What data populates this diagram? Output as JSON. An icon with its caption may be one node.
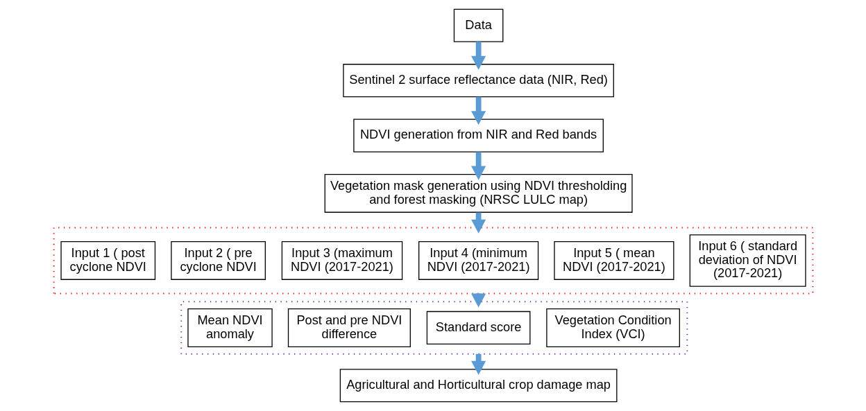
{
  "diagram": {
    "nodes": [
      {
        "text": [
          "Data"
        ]
      },
      {
        "text": [
          "Sentinel 2 surface reflectance data (NIR, Red)"
        ]
      },
      {
        "text": [
          "NDVI generation from NIR and Red bands"
        ]
      },
      {
        "text": [
          "Vegetation mask generation using NDVI thresholding and forest masking (NRSC LULC map)"
        ]
      },
      {
        "text": [],
        "shape": "box"
      },
      {
        "text": [
          "Input 1 ( post cyclone NDVI"
        ],
        "in": 4
      },
      {
        "text": [
          "Input 2 ( pre cyclone NDVI"
        ],
        "in": 4
      },
      {
        "text": [
          "Input 3 (maximum NDVI (2017-2021)"
        ],
        "in": 4
      },
      {
        "text": [
          "Input 4 (minimum NDVI (2017-2021)"
        ],
        "in": 4
      },
      {
        "text": [
          "Input 5 ( mean NDVI (2017-2021)"
        ],
        "in": 4
      },
      {
        "text": [
          "Input 6 ( standard deviation of NDVI (2017-2021)"
        ],
        "in": 4
      },
      {
        "text": [],
        "shape": "box"
      },
      {
        "text": [
          "Mean NDVI anomaly"
        ],
        "in": 11
      },
      {
        "text": [
          "Post and pre NDVI difference"
        ],
        "in": 11
      },
      {
        "text": [
          "Standard score"
        ],
        "in": 11
      },
      {
        "text": [
          "Vegetation Condition Index (VCI)"
        ],
        "in": 11
      },
      {
        "text": [
          "Agricultural and Horticultural crop damage map"
        ]
      }
    ],
    "edges": [
      {
        "from": 0,
        "to": 1,
        "arrow": "to"
      },
      {
        "from": 1,
        "to": 2,
        "arrow": "to"
      },
      {
        "from": 2,
        "to": 3,
        "arrow": "to"
      },
      {
        "from": 3,
        "to": 4,
        "arrow": "to"
      },
      {
        "from": 4,
        "to": 11,
        "arrow": "to"
      },
      {
        "from": 11,
        "to": 16,
        "arrow": "to"
      }
    ]
  }
}
